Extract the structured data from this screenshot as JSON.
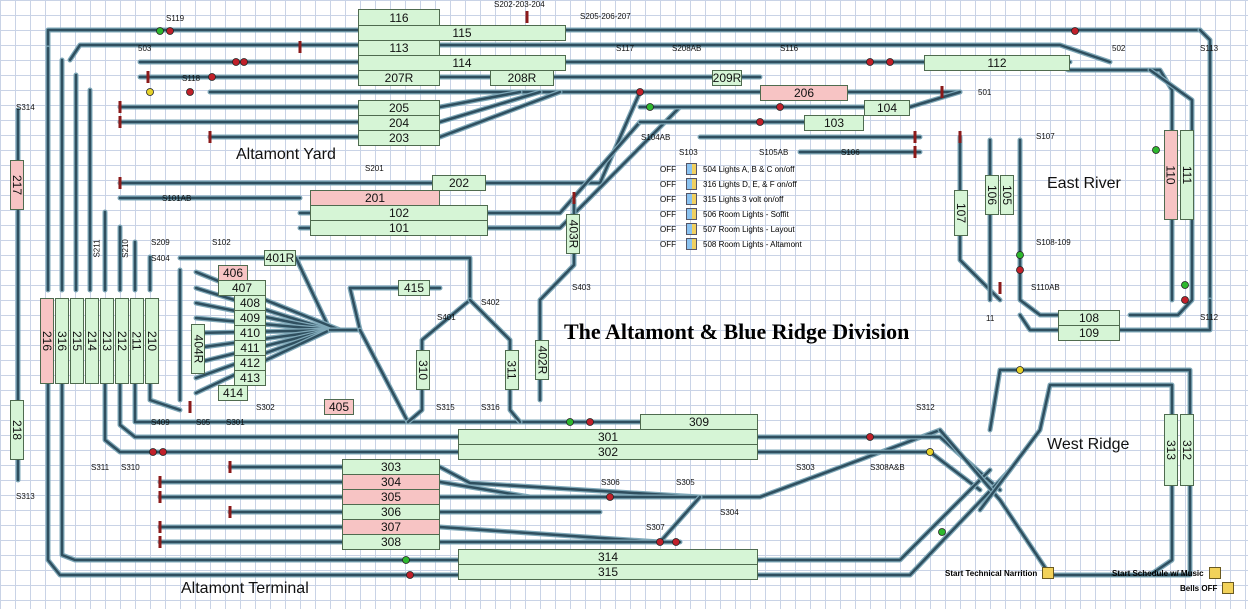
{
  "title": "The Altamont & Blue Ridge Division",
  "areas": {
    "altamont_yard": "Altamont Yard",
    "east_river": "East River",
    "west_ridge": "West Ridge",
    "altamont_terminal": "Altamont Terminal"
  },
  "blocks": {
    "b116": "116",
    "b115": "115",
    "b113": "113",
    "b114": "114",
    "b112": "112",
    "b207R": "207R",
    "b208R": "208R",
    "b209R": "209R",
    "b206": "206",
    "b205": "205",
    "b104": "104",
    "b204": "204",
    "b103": "103",
    "b203": "203",
    "b202": "202",
    "b201": "201",
    "b102": "102",
    "b101": "101",
    "b401R": "401R",
    "b406": "406",
    "b407": "407",
    "b408": "408",
    "b409": "409",
    "b410": "410",
    "b411": "411",
    "b412": "412",
    "b413": "413",
    "b414": "414",
    "b415": "415",
    "b405": "405",
    "b404R": "404R",
    "b403R": "403R",
    "b402R": "402R",
    "b310": "310",
    "b311": "311",
    "b216": "216",
    "b316": "316",
    "b215": "215",
    "b214": "214",
    "b213": "213",
    "b212": "212",
    "b211": "211",
    "b210": "210",
    "b217": "217",
    "b218": "218",
    "b106": "106",
    "b105": "105",
    "b107": "107",
    "b110": "110",
    "b111": "111",
    "b108": "108",
    "b109": "109",
    "b309": "309",
    "b301": "301",
    "b302": "302",
    "b303": "303",
    "b304": "304",
    "b305": "305",
    "b306": "306",
    "b307": "307",
    "b308": "308",
    "b314": "314",
    "b315": "315",
    "b313": "313",
    "b312": "312"
  },
  "labels": {
    "s119": "S119",
    "s202": "S202-203-204",
    "s205": "S205-206-207",
    "s503": "503",
    "s117": "S117",
    "s208ab": "S208AB",
    "s116": "S116",
    "s502": "502",
    "s113": "S113",
    "s118": "S118",
    "s501": "501",
    "s314": "S314",
    "s104ab": "S104AB",
    "s105ab": "S105AB",
    "s107": "S107",
    "s106": "S106",
    "s103": "S103",
    "s201": "S201",
    "s101ab": "S101AB",
    "s209": "S209",
    "s102": "S102",
    "s211": "S211",
    "s210": "S210",
    "s404": "S404",
    "s108": "S108-109",
    "s403": "S403",
    "s110ab": "S110AB",
    "s402": "S402",
    "s401": "S401",
    "s11": "11",
    "s112": "S112",
    "s302": "S302",
    "s409": "S409",
    "s505": "S05",
    "s301": "S301",
    "s315": "S315",
    "s316": "S316",
    "s312": "S312",
    "s311": "S311",
    "s310": "S310",
    "s303": "S303",
    "s308ab": "S308A&B",
    "s306": "S306",
    "s305": "S305",
    "s304": "S304",
    "s307": "S307",
    "s313": "S313"
  },
  "lights": [
    {
      "state": "OFF",
      "label": "504 Lights A, B & C on/off"
    },
    {
      "state": "OFF",
      "label": "316 Lights D, E, & F on/off"
    },
    {
      "state": "OFF",
      "label": "315 Lights 3 volt on/off"
    },
    {
      "state": "OFF",
      "label": "506 Room Lights - Soffit"
    },
    {
      "state": "OFF",
      "label": "507 Room Lights - Layout"
    },
    {
      "state": "OFF",
      "label": "508 Room Lights - Altamont"
    }
  ],
  "controls": {
    "technical": "Start Technical Narrition",
    "schedule": "Start Schedule w/ Music",
    "bells": "Bells OFF"
  },
  "colors": {
    "track": "#2f4f5f",
    "track_edge": "#7fa8b8",
    "block": "#d6f5d6",
    "occupied": "#f7c4c4",
    "signal_red": "#c0202a",
    "signal_green": "#2eb82e",
    "signal_yellow": "#e6d22a"
  }
}
